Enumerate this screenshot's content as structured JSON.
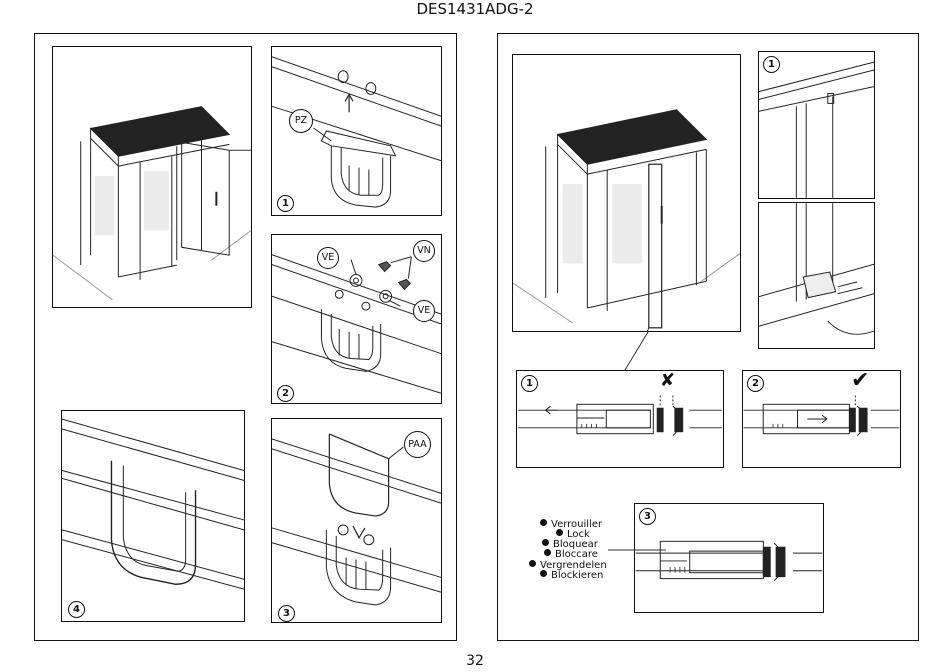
{
  "document": {
    "title": "DES1431ADG-2",
    "page_number": "32"
  },
  "left_page": {
    "callouts": {
      "pz": "PZ",
      "ve_1": "VE",
      "vn": "VN",
      "ve_2": "VE",
      "paa": "PAA"
    },
    "steps": [
      "1",
      "2",
      "3",
      "4"
    ]
  },
  "right_page": {
    "steps": [
      "1",
      "1",
      "2",
      "3"
    ],
    "lock_legend": [
      "Verrouiller",
      "Lock",
      "Bloquear",
      "Bloccare",
      "Vergrendelen",
      "Blockieren"
    ]
  },
  "icons": [
    "cross-mark-icon",
    "check-mark-icon"
  ]
}
